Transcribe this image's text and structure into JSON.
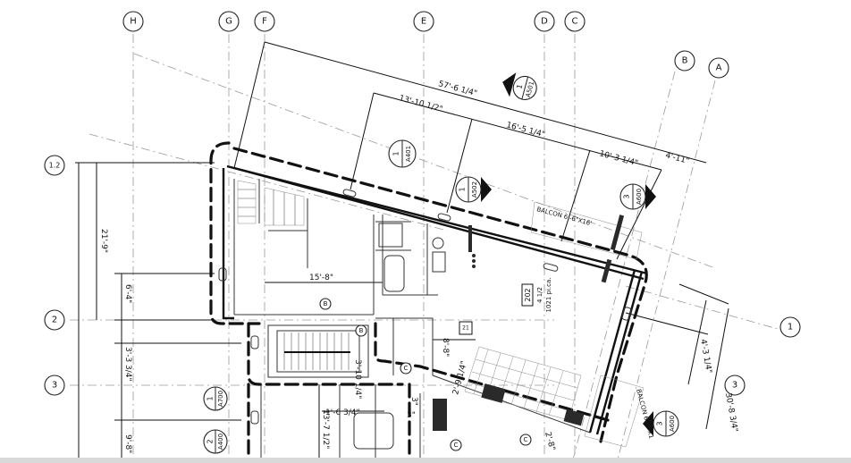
{
  "grid_bubbles": {
    "top": [
      "H",
      "G",
      "F",
      "E",
      "D",
      "C"
    ],
    "right_diagonal": [
      "B",
      "A"
    ],
    "left": [
      "1.2",
      "2",
      "3"
    ],
    "right": [
      "1",
      "3"
    ]
  },
  "dimensions": {
    "overall_top": "57'-6 1/4\"",
    "top_a": "13'-10 1/2\"",
    "top_b": "16'-5 1/4\"",
    "top_c": "10'-3 1/4\"",
    "top_d": "4'-11\"",
    "left_tall": "21'-9\"",
    "left_a": "6'-4\"",
    "left_b": "3'-3 3/4\"",
    "left_c": "9'-8\"",
    "room_width": "15'-8\"",
    "stair_a": "8'-8\"",
    "stair_b": "2'-9 1/4\"",
    "corridor_a": "13'-7 1/2\"",
    "corridor_b": "1'-6 3/4\"",
    "corridor_c": "3\"",
    "corridor_d": "3\"",
    "stair_small": "3'-10 1/4\"",
    "right_a": "4'-3 1/4\"",
    "right_b": "30'-8 3/4\"",
    "bottom_c": "2'-8\""
  },
  "section_callouts": [
    {
      "num": "1",
      "sheet": "A501"
    },
    {
      "num": "1",
      "sheet": "A401"
    },
    {
      "num": "1",
      "sheet": "A502"
    },
    {
      "num": "3",
      "sheet": "A600"
    },
    {
      "num": "3",
      "sheet": "A600"
    },
    {
      "num": "1",
      "sheet": "A700"
    },
    {
      "num": "2",
      "sheet": "A400"
    }
  ],
  "unit": {
    "number": "202",
    "type": "4 1/2",
    "area": "1021 pi.ca."
  },
  "labels": {
    "balcony_top": "BALCON 6'-6\"X16'",
    "balcony_right": "BALCON 6'-6\"X1",
    "tag_b": "B",
    "tag_b2": "B",
    "tag_c": "C",
    "tag_c2": "C",
    "tag_c3": "C",
    "small_tag": "21"
  }
}
